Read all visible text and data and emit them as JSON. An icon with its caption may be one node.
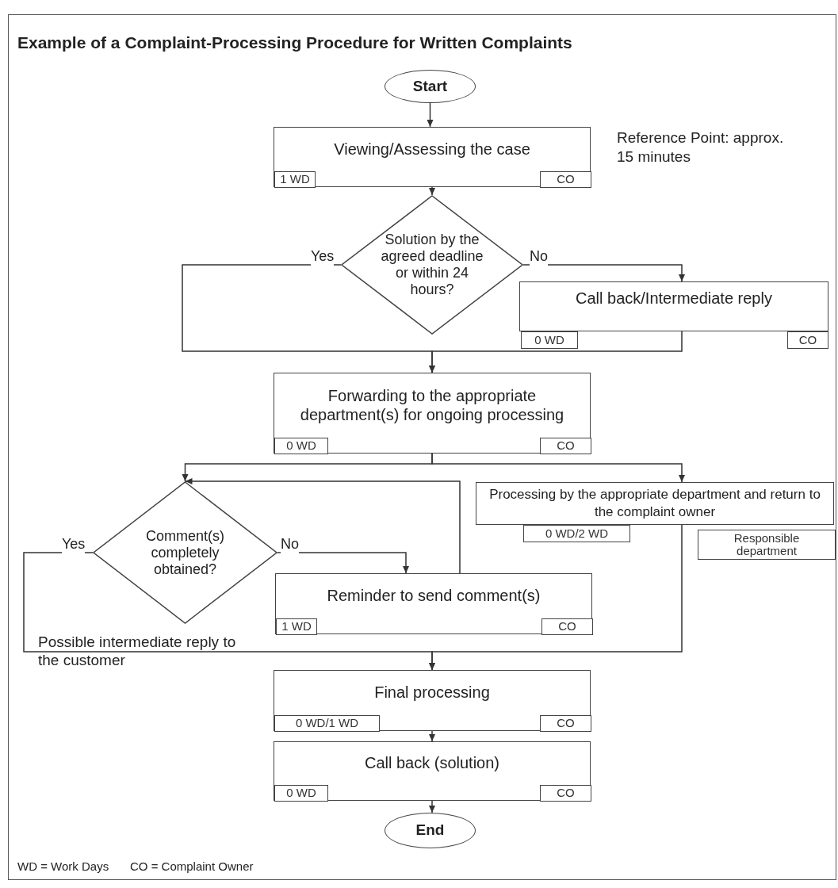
{
  "diagram": {
    "title": "Example of a Complaint-Processing Procedure for Written Complaints",
    "nodes": [
      {
        "text": [
          "Start"
        ]
      },
      {
        "text": [
          "Viewing/Assessing the case"
        ]
      },
      {
        "text": [
          "1 WD"
        ],
        "in": 1
      },
      {
        "text": [
          "CO"
        ],
        "in": 1
      },
      {
        "text": [
          "Solution by the agreed deadline or within 24 hours?"
        ]
      },
      {
        "text": [
          "Call back/Intermediate reply"
        ]
      },
      {
        "text": [
          "0 WD"
        ]
      },
      {
        "text": [
          "CO"
        ]
      },
      {
        "text": [
          "Forwarding to the appropriate department(s) for ongoing processing"
        ]
      },
      {
        "text": [
          "0 WD"
        ],
        "in": 8
      },
      {
        "text": [
          "CO"
        ],
        "in": 8
      },
      {
        "text": [
          "Comment(s) completely obtained?"
        ]
      },
      {
        "text": [
          "Processing by the appropriate department and return to the complaint owner"
        ]
      },
      {
        "text": [
          "0 WD/2 WD"
        ]
      },
      {
        "text": [
          "Responsible department"
        ]
      },
      {
        "text": [
          "Reminder to send comment(s)"
        ]
      },
      {
        "text": [
          "1 WD"
        ],
        "in": 15
      },
      {
        "text": [
          "CO"
        ],
        "in": 15
      },
      {
        "text": [
          "Final processing"
        ]
      },
      {
        "text": [
          "0 WD/1 WD"
        ],
        "in": 18
      },
      {
        "text": [
          "CO"
        ],
        "in": 18
      },
      {
        "text": [
          "Call back (solution)"
        ]
      },
      {
        "text": [
          "0 WD"
        ],
        "in": 21
      },
      {
        "text": [
          "CO"
        ],
        "in": 21
      },
      {
        "text": [
          "End"
        ]
      }
    ],
    "edges": [
      {
        "from": 0,
        "to": 1,
        "arrow": "to"
      },
      {
        "from": 1,
        "to": 4,
        "arrow": "to"
      },
      {
        "from": 4,
        "to": 5,
        "arrow": "to",
        "label": "No"
      },
      {
        "from": 4,
        "to": 8,
        "arrow": "to",
        "label": "Yes"
      },
      {
        "from": 5,
        "to": 8,
        "arrow": "to"
      },
      {
        "from": 8,
        "to": 11,
        "arrow": "to"
      },
      {
        "from": 8,
        "to": 12,
        "arrow": "to"
      },
      {
        "from": 11,
        "to": 15,
        "arrow": "to",
        "label": "No"
      },
      {
        "from": 15,
        "to": 11,
        "arrow": "to"
      },
      {
        "from": 11,
        "to": 18,
        "arrow": "to",
        "label": "Yes"
      },
      {
        "from": 12,
        "to": 18,
        "arrow": "to"
      },
      {
        "from": 18,
        "to": 21,
        "arrow": "to"
      },
      {
        "from": 21,
        "to": 24,
        "arrow": "to"
      }
    ],
    "labels": [
      "Reference Point: approx. 15 minutes",
      "Possible intermediate reply to the customer",
      "WD = Work Days",
      "CO = Complaint Owner"
    ]
  }
}
